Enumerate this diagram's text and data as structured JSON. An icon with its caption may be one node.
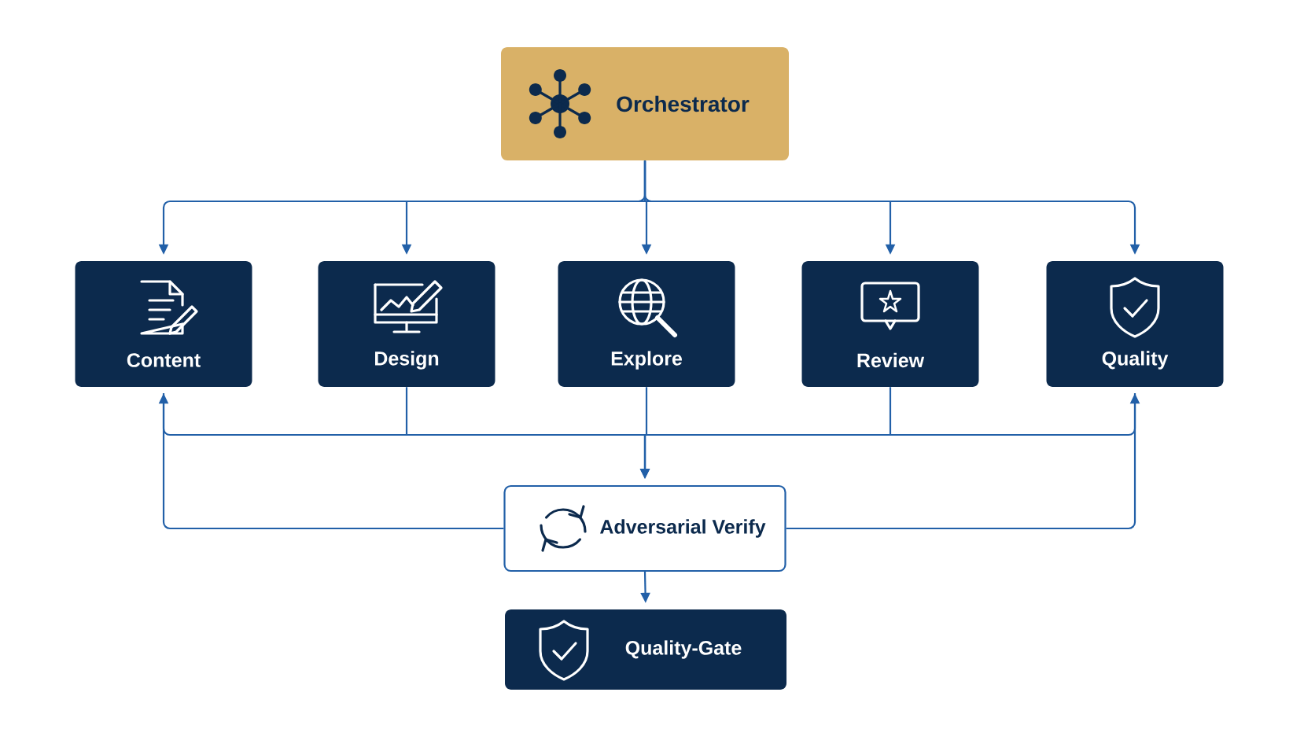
{
  "diagram": {
    "nodes": [
      {
        "text": [
          "Orchestrator"
        ]
      },
      {
        "text": [
          "Content"
        ]
      },
      {
        "text": [
          "Design"
        ]
      },
      {
        "text": [
          "Explore"
        ]
      },
      {
        "text": [
          "Review"
        ]
      },
      {
        "text": [
          "Quality"
        ]
      },
      {
        "text": [
          "Adversarial Verify"
        ]
      },
      {
        "text": [
          "Quality-Gate"
        ]
      }
    ],
    "edges": [
      {
        "from": 0,
        "to": 1,
        "arrow": "to"
      },
      {
        "from": 0,
        "to": 2,
        "arrow": "to"
      },
      {
        "from": 0,
        "to": 3,
        "arrow": "to"
      },
      {
        "from": 0,
        "to": 4,
        "arrow": "to"
      },
      {
        "from": 0,
        "to": 5,
        "arrow": "to"
      },
      {
        "from": 2,
        "to": 6,
        "arrow": "to"
      },
      {
        "from": 3,
        "to": 6,
        "arrow": "to"
      },
      {
        "from": 4,
        "to": 6,
        "arrow": "to"
      },
      {
        "from": 6,
        "to": 1,
        "arrow": "to"
      },
      {
        "from": 6,
        "to": 5,
        "arrow": "to"
      },
      {
        "from": 6,
        "to": 7,
        "arrow": "to"
      }
    ]
  }
}
